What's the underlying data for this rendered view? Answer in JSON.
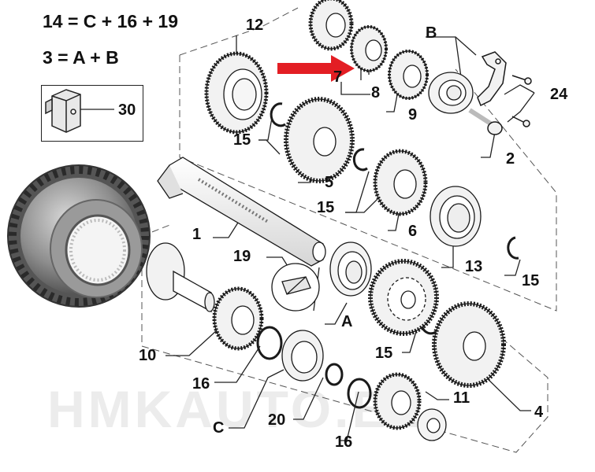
{
  "formulas": {
    "line1": "14 = C + 16 + 19",
    "line2": "3 = A + B"
  },
  "watermark": {
    "text": "HMKAUTO.EE"
  },
  "callouts": [
    "1",
    "2",
    "4",
    "5",
    "6",
    "7",
    "8",
    "9",
    "10",
    "11",
    "12",
    "13",
    "15",
    "15",
    "15",
    "15",
    "16",
    "16",
    "19",
    "20",
    "24",
    "30",
    "A",
    "B",
    "C"
  ],
  "colors": {
    "arrow": "#e31e24",
    "line": "#222222",
    "gear_fill": "#f2f2f2",
    "gear_stroke": "#1a1a1a",
    "watermark": "#ececec"
  }
}
